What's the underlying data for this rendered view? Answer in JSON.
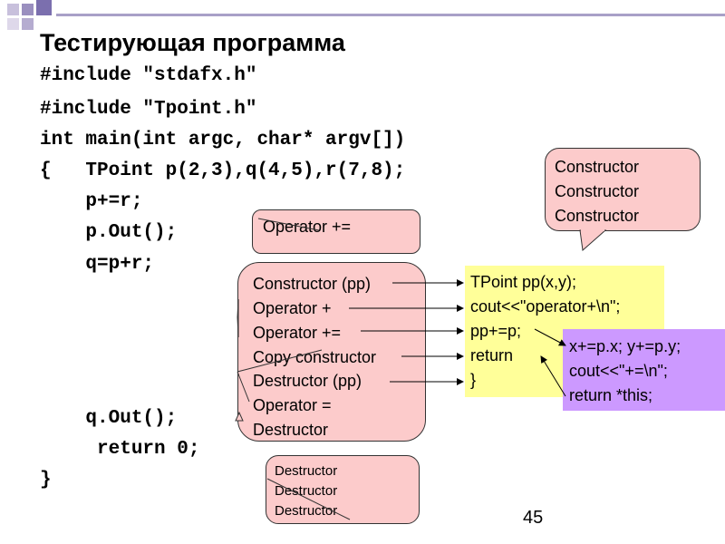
{
  "slide": {
    "title": "Тестирующая программа",
    "page_number": "45",
    "accent_colors": {
      "bubble_fill": "#fccbcb",
      "yellow_note": "#ffff99",
      "purple_note": "#cc99ff",
      "header_line": "#a9a0c8"
    }
  },
  "code": {
    "lines": [
      "#include \"stdafx.h\"",
      "#include \"Tpoint.h\"",
      "int main(int argc, char* argv[])",
      "{   TPoint p(2,3),q(4,5),r(7,8);",
      "    p+=r;",
      "    p.Out();",
      "    q=p+r;",
      "    q.Out();",
      "     return 0;",
      "}"
    ]
  },
  "callouts": {
    "constructors": [
      "Constructor",
      "Constructor",
      "Constructor"
    ],
    "operator_pe": "Operator +=",
    "sequence": [
      "Constructor (pp)",
      "Operator +",
      "Operator +=",
      "Copy constructor",
      "Destructor (pp)",
      "Operator =",
      "Destructor"
    ],
    "destructors": [
      "Destructor",
      "Destructor",
      "Destructor"
    ],
    "operator_plus_body": [
      "TPoint pp(x,y);",
      "cout<<\"operator+\\n\";",
      "pp+=p;",
      "return",
      "}"
    ],
    "operator_pe_body": [
      "x+=p.x; y+=p.y;",
      "cout<<\"+=\\n\";",
      "return *this;"
    ]
  }
}
